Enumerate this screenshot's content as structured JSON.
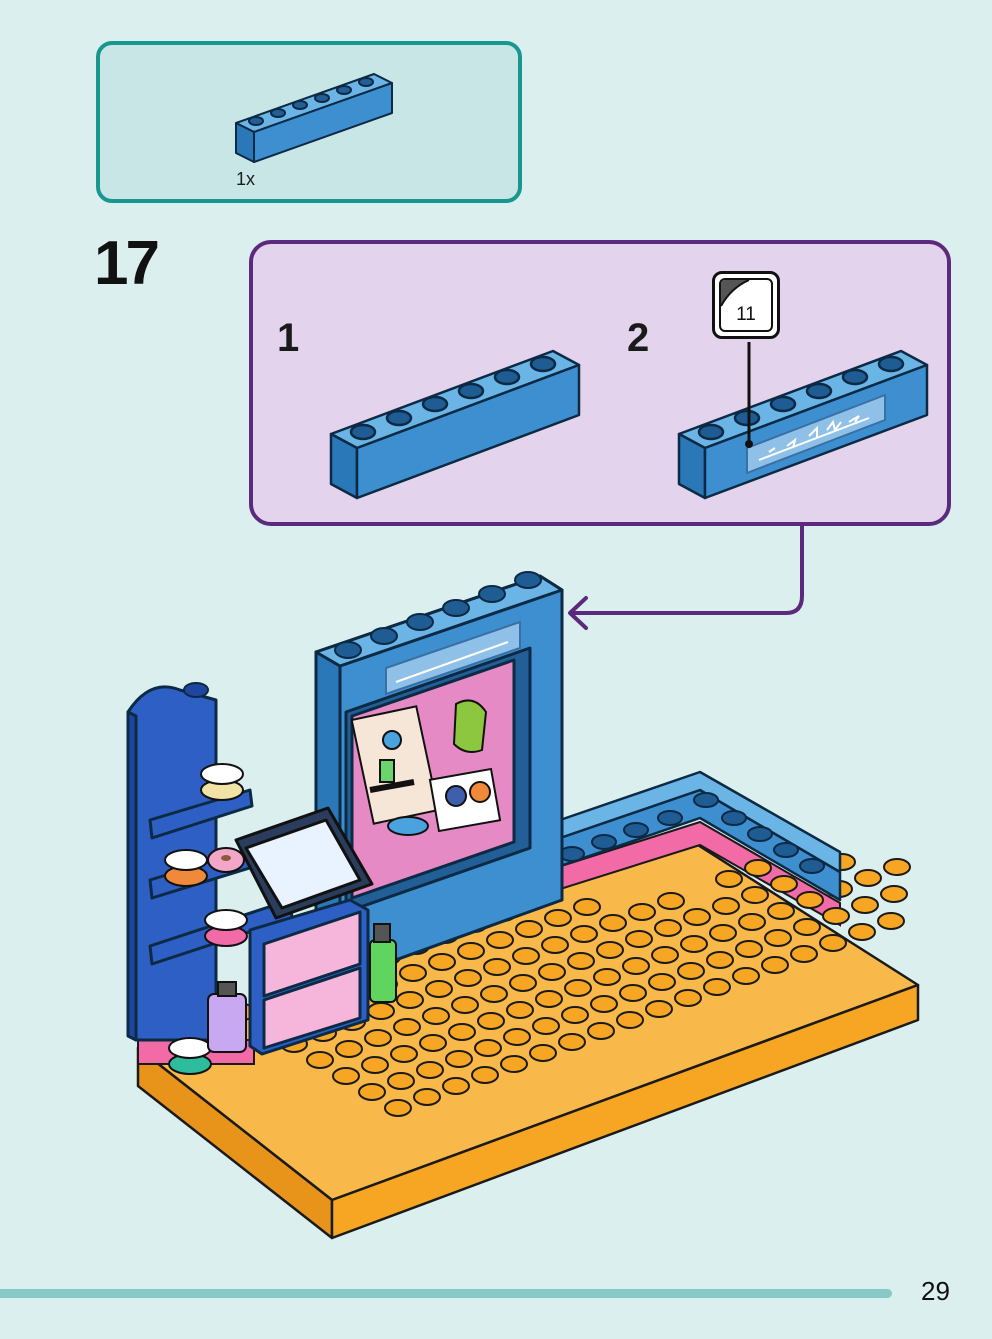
{
  "parts_callout": {
    "quantity": "1x",
    "part": "blue-1x6-brick-icon",
    "border_color": "#17978f"
  },
  "step": {
    "number": "17",
    "sub_steps": [
      {
        "label": "1"
      },
      {
        "label": "2",
        "sticker_number": "11"
      }
    ],
    "border_color": "#5b2a7c"
  },
  "sticker_text": "⇐ZZANNS⇒",
  "colors": {
    "background": "#dcefef",
    "brick_blue": "#3d8fd0",
    "floor_orange": "#f6a623",
    "accent_pink": "#f26ba6"
  },
  "page": {
    "number": "29"
  }
}
